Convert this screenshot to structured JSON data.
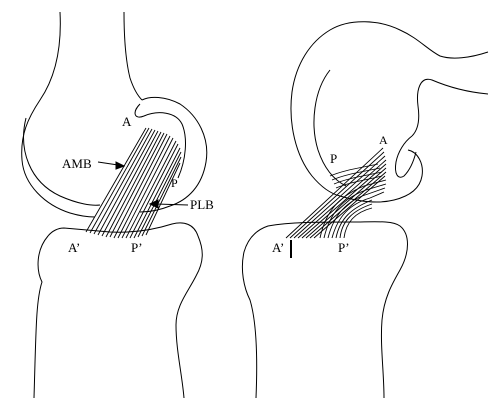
{
  "left_view": {
    "labels": {
      "a": "A",
      "p": "P",
      "a_prime": "A’",
      "p_prime": "P’",
      "amb": "AMB",
      "plb": "PLB"
    }
  },
  "right_view": {
    "labels": {
      "a": "A",
      "p": "P",
      "a_prime": "A’",
      "p_prime": "P’"
    }
  },
  "colors": {
    "stroke": "#000000",
    "background": "#ffffff"
  }
}
